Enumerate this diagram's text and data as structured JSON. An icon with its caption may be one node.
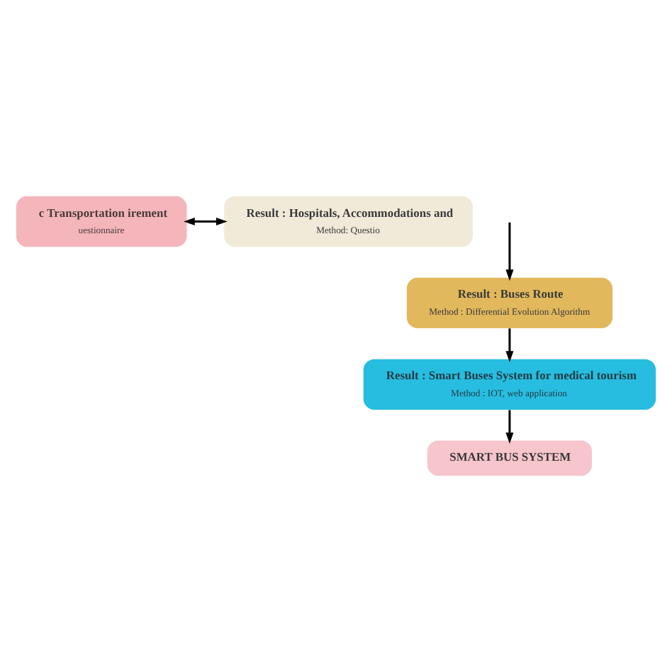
{
  "diagram": {
    "nodes": [
      {
        "text": [
          "c Transportation irement",
          "uestionnaire"
        ]
      },
      {
        "text": [
          "Result : Hospitals, Accommodations and",
          "Method: Questio"
        ]
      },
      {
        "text": [
          "Result : Buses Route",
          "Method : Differential Evolution Algorithm"
        ]
      },
      {
        "text": [
          "Result : Smart Buses System for medical tourism",
          "Method : IOT, web application"
        ]
      },
      {
        "text": [
          "SMART BUS SYSTEM"
        ]
      }
    ],
    "edges": [
      {
        "from": 0,
        "to": 1,
        "arrow": "both"
      },
      {
        "from": null,
        "to": 2,
        "arrow": "to"
      },
      {
        "from": 2,
        "to": 3,
        "arrow": "to"
      },
      {
        "from": 3,
        "to": 4,
        "arrow": "to"
      }
    ]
  }
}
